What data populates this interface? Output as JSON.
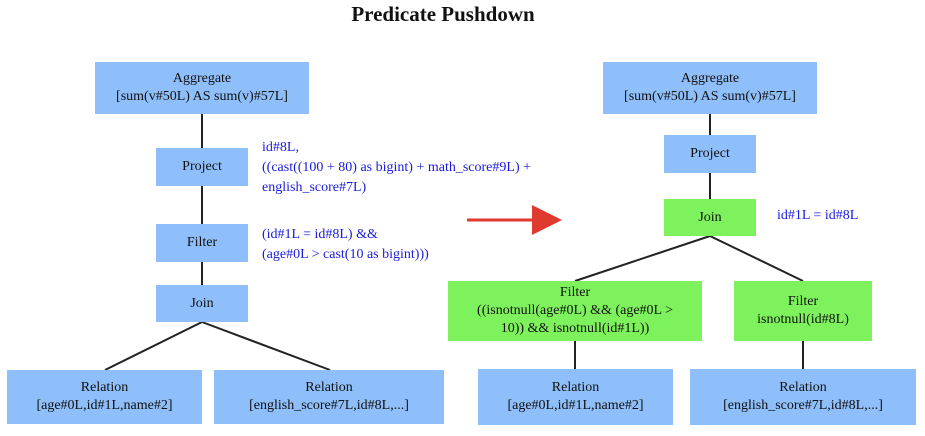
{
  "title": "Predicate Pushdown",
  "colors": {
    "node_blue": "#8fbffa",
    "node_green": "#7df25c",
    "annotation": "#1a1adb",
    "arrow": "#e03a2e",
    "edge": "#222222"
  },
  "left_tree": {
    "aggregate": {
      "label": "Aggregate",
      "detail": "[sum(v#50L) AS sum(v)#57L]"
    },
    "project": {
      "label": "Project"
    },
    "project_note": "id#8L,\n((cast((100 + 80) as bigint) + math_score#9L) +\nenglish_score#7L)",
    "filter": {
      "label": "Filter"
    },
    "filter_note": "(id#1L = id#8L) &&\n(age#0L > cast(10 as bigint)))",
    "join": {
      "label": "Join"
    },
    "relation_left": {
      "label": "Relation",
      "detail": "[age#0L,id#1L,name#2]"
    },
    "relation_right": {
      "label": "Relation",
      "detail": "[english_score#7L,id#8L,...]"
    }
  },
  "right_tree": {
    "aggregate": {
      "label": "Aggregate",
      "detail": "[sum(v#50L) AS sum(v)#57L]"
    },
    "project": {
      "label": "Project"
    },
    "join": {
      "label": "Join"
    },
    "join_note": "id#1L = id#8L",
    "filter_left": {
      "label": "Filter",
      "detail": "((isnotnull(age#0L) && (age#0L >\n10)) && isnotnull(id#1L))"
    },
    "filter_right": {
      "label": "Filter",
      "detail": "isnotnull(id#8L)"
    },
    "relation_left": {
      "label": "Relation",
      "detail": "[age#0L,id#1L,name#2]"
    },
    "relation_right": {
      "label": "Relation",
      "detail": "[english_score#7L,id#8L,...]"
    }
  }
}
